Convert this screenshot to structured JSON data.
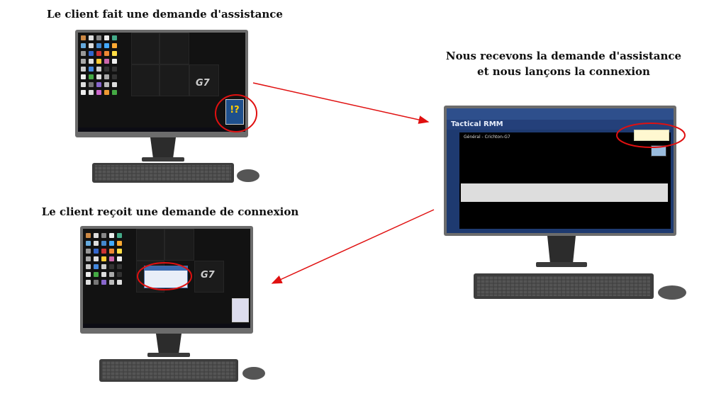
{
  "steps": [
    {
      "title": "Le client fait une demande d'assistance"
    },
    {
      "title_line1": "Nous recevons la demande d'assistance",
      "title_line2": "et nous lançons la connexion"
    },
    {
      "title": "Le client reçoit une demande de connexion"
    }
  ],
  "desktop": {
    "wallpaper_logo": "G7",
    "popup_glyph": "!?"
  },
  "rmm": {
    "app_name": "Tactical RMM",
    "agent_title": "Général - Crichton-G7"
  },
  "colors": {
    "arrow": "#e01010",
    "highlight": "#e01010",
    "rmm_blue": "#2e4f8c"
  }
}
